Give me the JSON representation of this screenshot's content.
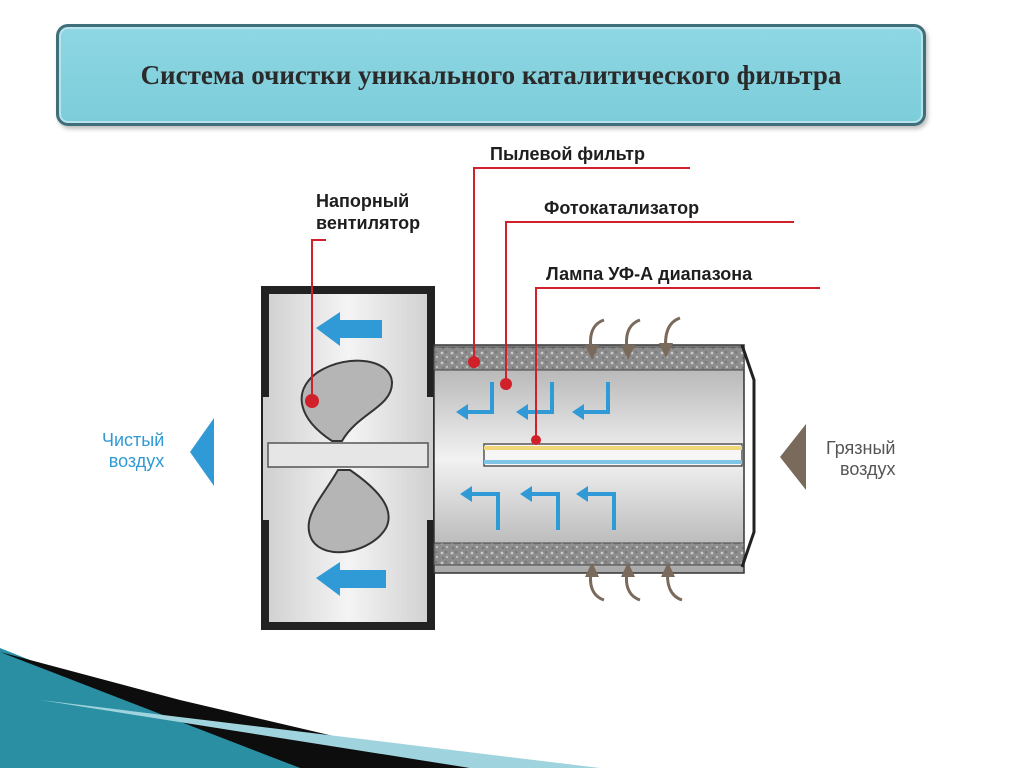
{
  "title": "Система очистки уникального каталитического фильтра",
  "labels": {
    "fan_line1": "Напорный",
    "fan_line2": "вентилятор",
    "dust_filter": "Пылевой фильтр",
    "photocatalyst": "Фотокатализатор",
    "uv_lamp": "Лампа УФ-А диапазона",
    "clean_air_line1": "Чистый",
    "clean_air_line2": "воздух",
    "dirty_air_line1": "Грязный",
    "dirty_air_line2": "воздух"
  },
  "colors": {
    "title_fill": "#86d2df",
    "title_border": "#3f6f7a",
    "callout_red": "#d0202a",
    "flow_blue": "#2f9ad6",
    "intake_brown": "#7a6a5c",
    "decor_teal": "#2a8fa3"
  }
}
